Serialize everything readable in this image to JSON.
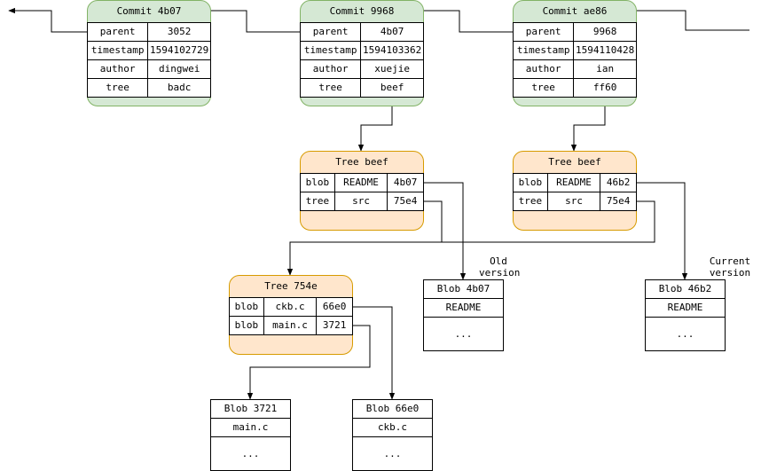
{
  "commits": [
    {
      "title": "Commit 4b07",
      "rows": [
        [
          "parent",
          "3052"
        ],
        [
          "timestamp",
          "1594102729"
        ],
        [
          "author",
          "dingwei"
        ],
        [
          "tree",
          "badc"
        ]
      ]
    },
    {
      "title": "Commit 9968",
      "rows": [
        [
          "parent",
          "4b07"
        ],
        [
          "timestamp",
          "1594103362"
        ],
        [
          "author",
          "xuejie"
        ],
        [
          "tree",
          "beef"
        ]
      ]
    },
    {
      "title": "Commit ae86",
      "rows": [
        [
          "parent",
          "9968"
        ],
        [
          "timestamp",
          "1594110428"
        ],
        [
          "author",
          "ian"
        ],
        [
          "tree",
          "ff60"
        ]
      ]
    }
  ],
  "trees": [
    {
      "title": "Tree beef",
      "rows": [
        [
          "blob",
          "README",
          "4b07"
        ],
        [
          "tree",
          "src",
          "75e4"
        ]
      ]
    },
    {
      "title": "Tree beef",
      "rows": [
        [
          "blob",
          "README",
          "46b2"
        ],
        [
          "tree",
          "src",
          "75e4"
        ]
      ]
    },
    {
      "title": "Tree 754e",
      "rows": [
        [
          "blob",
          "ckb.c",
          "66e0"
        ],
        [
          "blob",
          "main.c",
          "3721"
        ]
      ]
    }
  ],
  "blobs": [
    {
      "title": "Blob 4b07",
      "content": "README",
      "ellipsis": "..."
    },
    {
      "title": "Blob 46b2",
      "content": "README",
      "ellipsis": "..."
    },
    {
      "title": "Blob 3721",
      "content": "main.c",
      "ellipsis": "..."
    },
    {
      "title": "Blob 66e0",
      "content": "ckb.c",
      "ellipsis": "..."
    }
  ],
  "notes": {
    "old_version": [
      "Old",
      "version"
    ],
    "current_version": [
      "Current",
      "version"
    ]
  },
  "colors": {
    "commit_fill": "#d5e8d4",
    "commit_stroke": "#82b366",
    "tree_fill": "#ffe6cc",
    "tree_stroke": "#d79b00",
    "edge": "#000000"
  }
}
